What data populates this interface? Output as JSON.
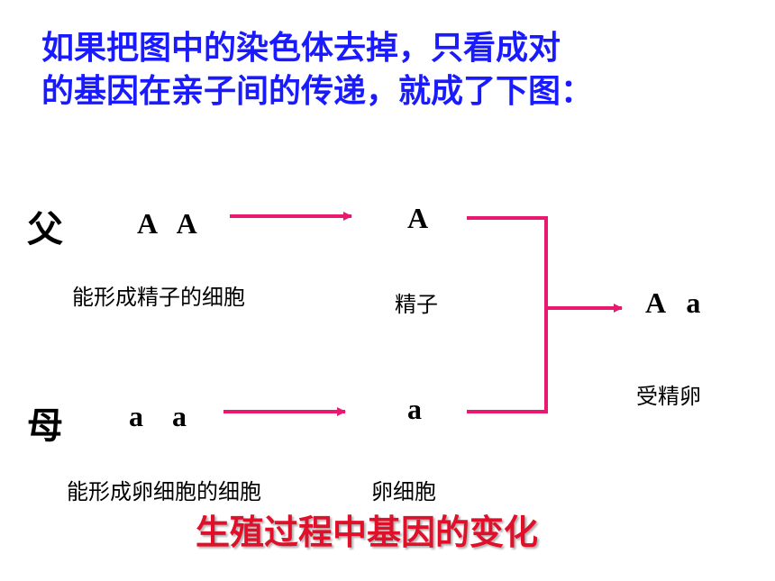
{
  "heading": {
    "line1": "如果把图中的染色体去掉，只看成对",
    "line2": "的基因在亲子间的传递，就成了下图："
  },
  "father": {
    "label": "父",
    "genotype": "A   A",
    "cell_label": "能形成精子的细胞",
    "gamete": "A",
    "gamete_label": "精子"
  },
  "mother": {
    "label": "母",
    "genotype": "a    a",
    "cell_label": "能形成卵细胞的细胞",
    "gamete": "a",
    "gamete_label": "卵细胞"
  },
  "offspring": {
    "genotype": "A   a",
    "label": "受精卵"
  },
  "footer": "生殖过程中基因的变化",
  "colors": {
    "heading": "#1a1aff",
    "arrow": "#e8196e",
    "footer": "#e0102a"
  }
}
